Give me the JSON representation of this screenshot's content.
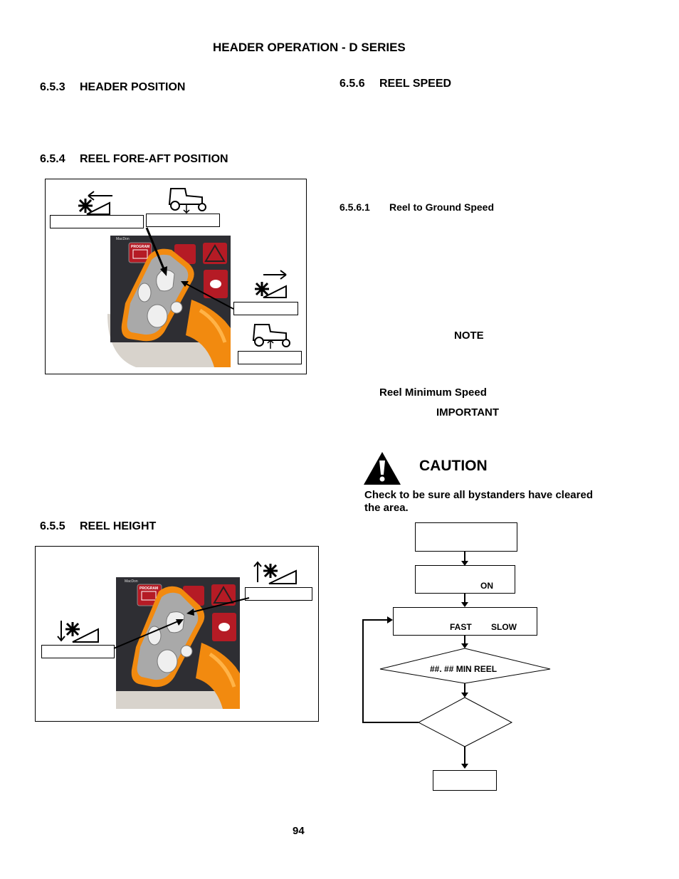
{
  "header": {
    "title": "HEADER OPERATION - D SERIES"
  },
  "left": {
    "s653": {
      "num": "6.5.3",
      "title": "HEADER POSITION"
    },
    "s654": {
      "num": "6.5.4",
      "title": "REEL FORE-AFT POSITION"
    },
    "s655": {
      "num": "6.5.5",
      "title": "REEL HEIGHT"
    }
  },
  "right": {
    "s656": {
      "num": "6.5.6",
      "title": "REEL SPEED"
    },
    "s6561": {
      "num": "6.5.6.1",
      "title": "Reel to Ground Speed"
    },
    "note": "NOTE",
    "reel_min": "Reel Minimum Speed",
    "important": "IMPORTANT",
    "caution": {
      "title": "CAUTION",
      "text": "Check to be sure all bystanders have cleared the area."
    },
    "flowchart": {
      "box2_on": "ON",
      "box3_fast": "FAST",
      "box3_slow": "SLOW",
      "diamond": "##. ## MIN REEL"
    }
  },
  "figures": {
    "panel_logo": "MacDon",
    "panel_program": "PROGRAM",
    "icons": [
      "reel-aft-icon",
      "header-lower-icon",
      "reel-fore-icon",
      "header-raise-icon",
      "reel-up-icon",
      "reel-down-icon",
      "warning-triangle-icon",
      "hazard-icon",
      "rabbit-icon"
    ]
  },
  "colors": {
    "handle": "#F28A0F",
    "panel": "#2E2E33",
    "keypad": "#A9A9A9",
    "button_red": "#C41E2A"
  },
  "footer": {
    "page": "94"
  }
}
